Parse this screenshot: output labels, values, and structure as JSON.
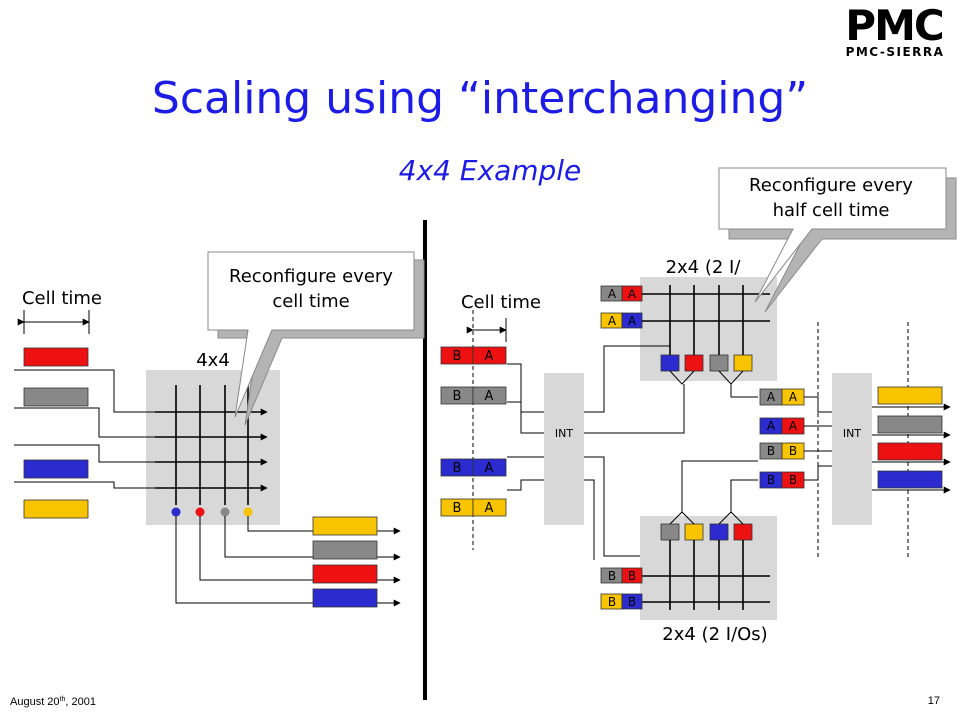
{
  "slide": {
    "title": "Scaling using “interchanging”",
    "subtitle": "4x4 Example",
    "footer_date": "August 20",
    "footer_date_sup": "th",
    "footer_date_year": ", 2001",
    "page_number": "17"
  },
  "logo": {
    "mark": "PMC",
    "name": "PMC-SIERRA"
  },
  "left_panel": {
    "cell_time_label": "Cell time",
    "switch_label": "4x4",
    "callout_line1": "Reconfigure every",
    "callout_line2": "cell time"
  },
  "right_panel": {
    "cell_time_label": "Cell time",
    "top_switch_label": "2x4 (2 I/",
    "bottom_switch_label": "2x4 (2 I/Os)",
    "int_label": "INT",
    "callout_line1": "Reconfigure every",
    "callout_line2": "half cell time",
    "cell_letter_a": "A",
    "cell_letter_b": "B"
  },
  "colors": {
    "title": "#1c1ce6",
    "red": "#ee1111",
    "gray": "#888888",
    "blue": "#2b2bcf",
    "yellow": "#f8c400",
    "switch_bg": "#d8d8d8"
  }
}
